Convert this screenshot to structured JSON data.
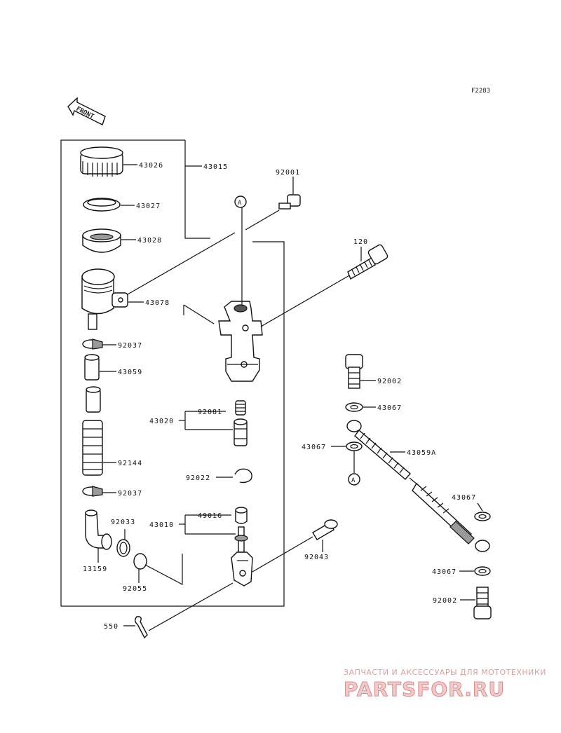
{
  "figure_code": "F2283",
  "front_label": "FRONT",
  "ref_a_top": "A",
  "ref_a_bottom": "A",
  "parts": {
    "p43026": "43026",
    "p43015": "43015",
    "p43027": "43027",
    "p43028": "43028",
    "p43078": "43078",
    "p92037a": "92037",
    "p43059": "43059",
    "p92144": "92144",
    "p92037b": "92037",
    "p92033": "92033",
    "p13159": "13159",
    "p92055": "92055",
    "p550": "550",
    "p92001": "92001",
    "p120": "120",
    "p43020": "43020",
    "p92081": "92081",
    "p92022": "92022",
    "p43010": "43010",
    "p49016": "49016",
    "p92043": "92043",
    "p92002a": "92002",
    "p43067a": "43067",
    "p43067b": "43067",
    "p43059a": "43059A",
    "p43067c": "43067",
    "p43067d": "43067",
    "p92002b": "92002"
  },
  "watermark": {
    "tagline": "ЗАПЧАСТИ И АКСЕССУАРЫ ДЛЯ МОТОТЕХНИКИ",
    "brand": "PARTSFOR.RU"
  }
}
